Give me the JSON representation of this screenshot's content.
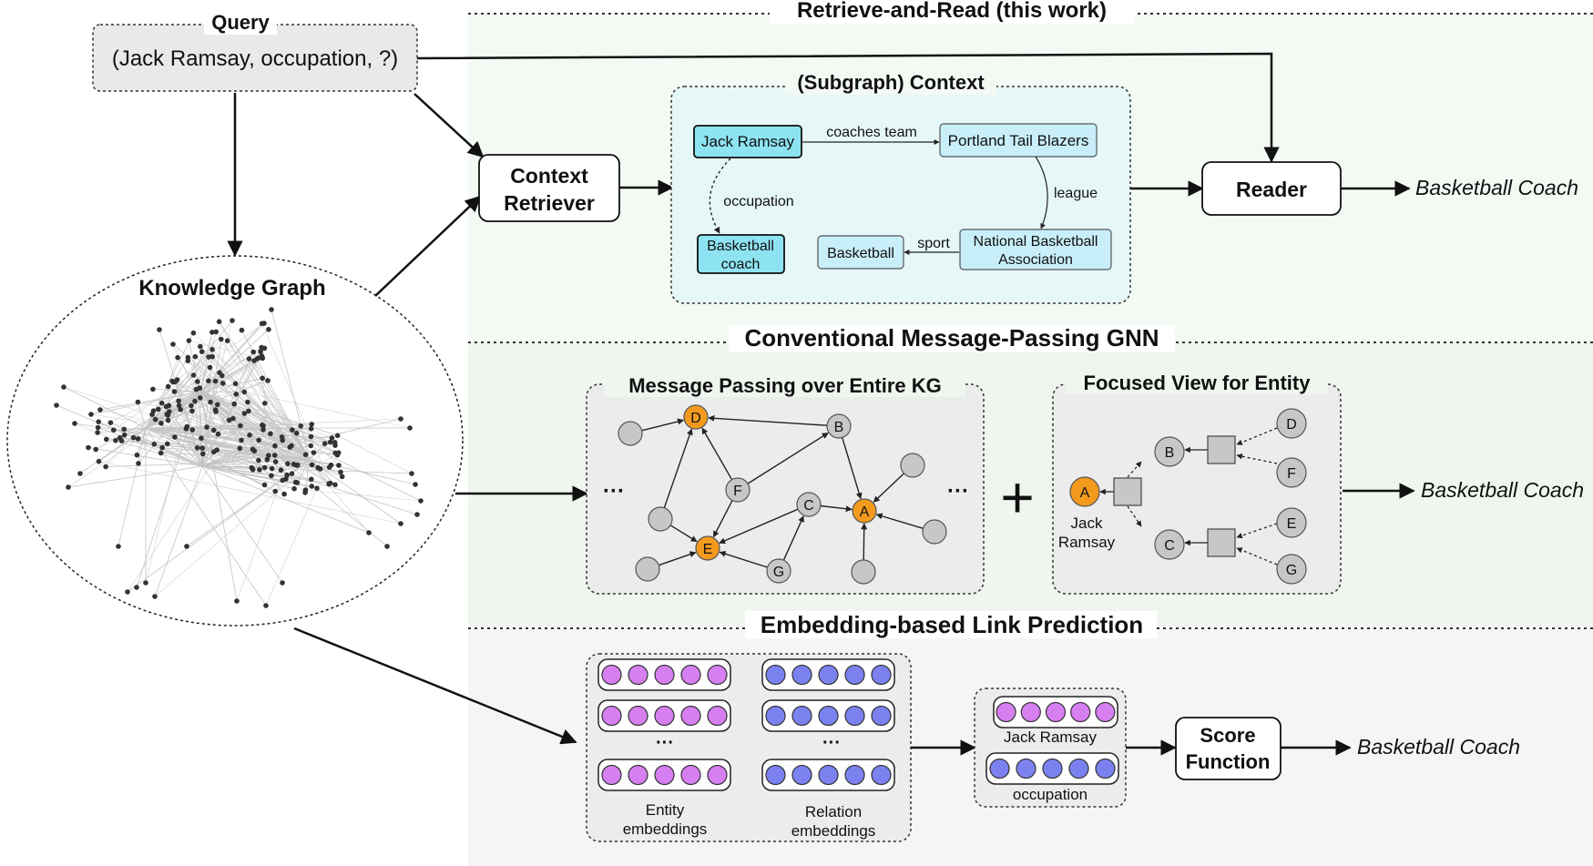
{
  "query": {
    "heading": "Query",
    "text": "(Jack Ramsay, occupation, ?)"
  },
  "knowledge_graph": {
    "label": "Knowledge Graph"
  },
  "sections": {
    "retrieve": "Retrieve-and-Read (this work)",
    "gnn": "Conventional Message-Passing GNN",
    "embedding": "Embedding-based Link Prediction"
  },
  "retrieve": {
    "context_retriever": [
      "Context",
      "Retriever"
    ],
    "reader": "Reader",
    "output": "Basketball Coach",
    "subgraph_title": "(Subgraph) Context",
    "nodes": {
      "jack": "Jack Ramsay",
      "portland": "Portland Tail Blazers",
      "coach": [
        "Basketball",
        "coach"
      ],
      "nba": [
        "National Basketball",
        "Association"
      ],
      "basketball": "Basketball"
    },
    "edges": {
      "coaches_team": "coaches team",
      "occupation": "occupation",
      "league": "league",
      "sport": "sport"
    }
  },
  "gnn": {
    "mp_title": "Message Passing over Entire KG",
    "focused_title": "Focused View for Entity",
    "ellipsis": "···",
    "plus": "+",
    "node_labels": [
      "D",
      "B",
      "F",
      "C",
      "A",
      "E",
      "G"
    ],
    "focused_labels": [
      "A",
      "B",
      "C",
      "D",
      "F",
      "E",
      "G"
    ],
    "entity_caption": [
      "Jack",
      "Ramsay"
    ],
    "output": "Basketball Coach"
  },
  "embedding": {
    "entity_caption": [
      "Entity",
      "embeddings"
    ],
    "relation_caption": [
      "Relation",
      "embeddings"
    ],
    "ellipsis": "···",
    "query_entity": "Jack Ramsay",
    "query_relation": "occupation",
    "score": [
      "Score",
      "Function"
    ],
    "output": "Basketball Coach"
  },
  "colors": {
    "retrieve_bg": "#f3faf4",
    "gnn_bg": "#eef6ee",
    "embedding_bg": "#f5f5f5",
    "subgraph_bg": "#e6f7f7",
    "node_cyan": "#c8eef9",
    "node_cyan_strong": "#8ee3f2",
    "node_gray": "#c7c7c7",
    "node_orange": "#f39a1e",
    "entity_purple": "#d67ff0",
    "relation_blue": "#7b82f0"
  }
}
